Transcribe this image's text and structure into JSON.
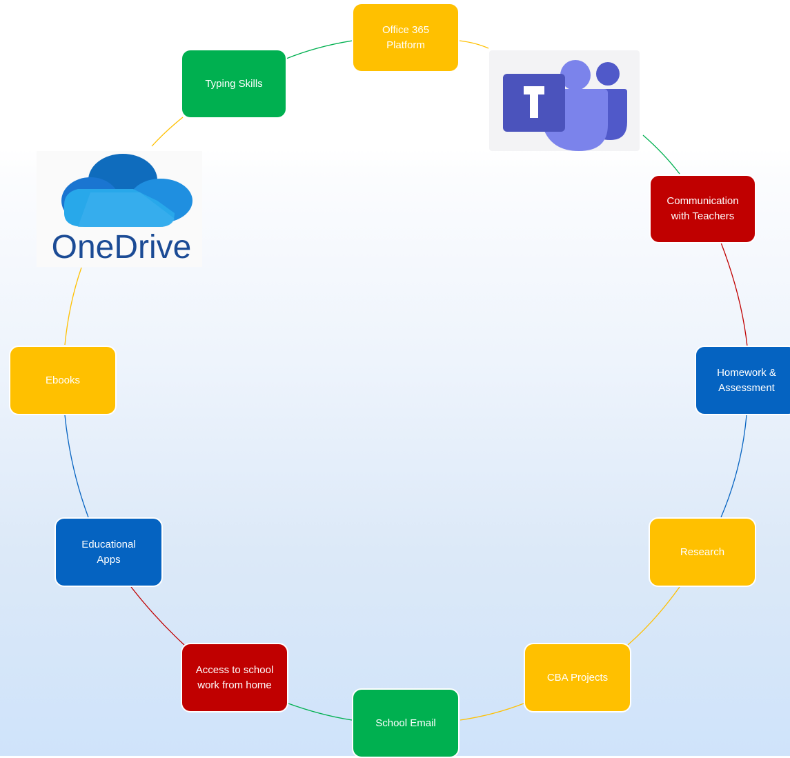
{
  "colors": {
    "yellow": "#FFC000",
    "green": "#00B050",
    "red": "#C00000",
    "blue": "#0563C1"
  },
  "nodes": [
    {
      "key": "office",
      "label": "Office 365\nPlatform",
      "color": "yellow"
    },
    {
      "key": "communication",
      "label": "Communication\nwith Teachers",
      "color": "red"
    },
    {
      "key": "homework",
      "label": "Homework &\nAssessment",
      "color": "blue"
    },
    {
      "key": "research",
      "label": "Research",
      "color": "yellow"
    },
    {
      "key": "cba",
      "label": "CBA Projects",
      "color": "yellow"
    },
    {
      "key": "email",
      "label": "School Email",
      "color": "green"
    },
    {
      "key": "access",
      "label": "Access to school\nwork from home",
      "color": "red"
    },
    {
      "key": "apps",
      "label": "Educational\nApps",
      "color": "blue"
    },
    {
      "key": "ebooks",
      "label": "Ebooks",
      "color": "yellow"
    },
    {
      "key": "typing",
      "label": "Typing Skills",
      "color": "green"
    }
  ],
  "images": {
    "teams": {
      "icon": "microsoft-teams-logo"
    },
    "onedrive": {
      "icon": "onedrive-logo",
      "wordmark": "OneDrive"
    }
  }
}
